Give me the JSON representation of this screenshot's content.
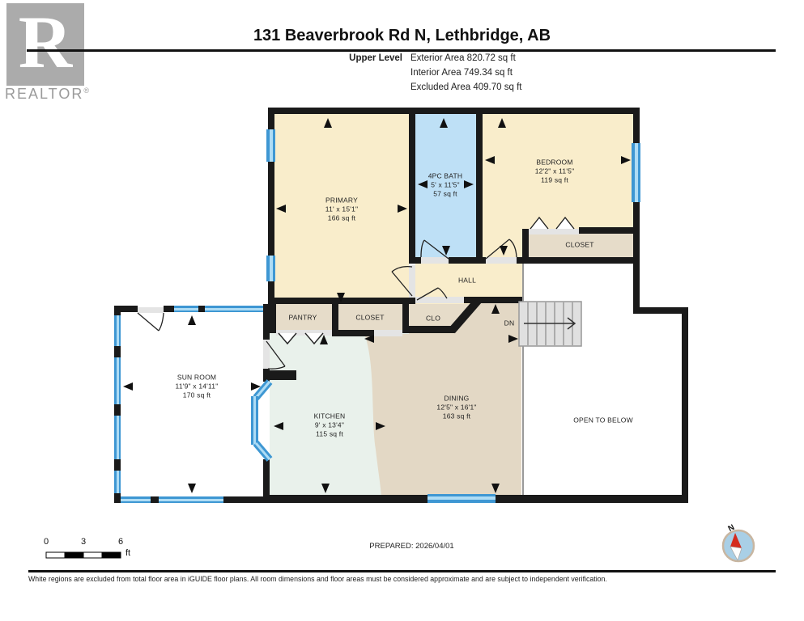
{
  "header": {
    "logo_letter": "R",
    "brand": "REALTOR",
    "registered": "®",
    "title": "131 Beaverbrook Rd N, Lethbridge, AB",
    "level_label": "Upper Level",
    "areas": [
      "Exterior Area 820.72 sq ft",
      "Interior Area 749.34 sq ft",
      "Excluded Area 409.70 sq ft"
    ]
  },
  "floor_plan": {
    "rooms": [
      {
        "name": "PRIMARY",
        "dims": "11' x 15'1\"",
        "area": "166 sq ft"
      },
      {
        "name": "4PC BATH",
        "dims": "5' x 11'5\"",
        "area": "57 sq ft"
      },
      {
        "name": "BEDROOM",
        "dims": "12'2\" x 11'5\"",
        "area": "119 sq ft"
      },
      {
        "name": "CLOSET"
      },
      {
        "name": "HALL"
      },
      {
        "name": "PANTRY"
      },
      {
        "name": "CLOSET"
      },
      {
        "name": "CLO"
      },
      {
        "name": "DN"
      },
      {
        "name": "SUN ROOM",
        "dims": "11'9\" x 14'11\"",
        "area": "170 sq ft"
      },
      {
        "name": "KITCHEN",
        "dims": "9' x 13'4\"",
        "area": "115 sq ft"
      },
      {
        "name": "DINING",
        "dims": "12'5\" x 16'1\"",
        "area": "163 sq ft"
      },
      {
        "name": "OPEN TO BELOW"
      }
    ],
    "colors": {
      "room_fill": "#F9EDCB",
      "bath_fill": "#BEE0F6",
      "closet_fill": "#E6DCC9",
      "dining_fill": "#E3D8C5",
      "kitchen_fill": "#E9F1EB",
      "excluded_fill": "#FFFFFF",
      "window_blue": "#3E97D3",
      "wall_black": "#1A1A1A",
      "compass_needle_red": "#D42B1E"
    }
  },
  "footer": {
    "scale_ticks": [
      "0",
      "3",
      "6"
    ],
    "scale_unit": "ft",
    "prepared": "PREPARED: 2026/04/01",
    "compass_label": "N",
    "disclaimer": "White regions are excluded from total floor area in iGUIDE floor plans. All room dimensions and floor areas must be considered approximate and are subject to independent verification."
  }
}
